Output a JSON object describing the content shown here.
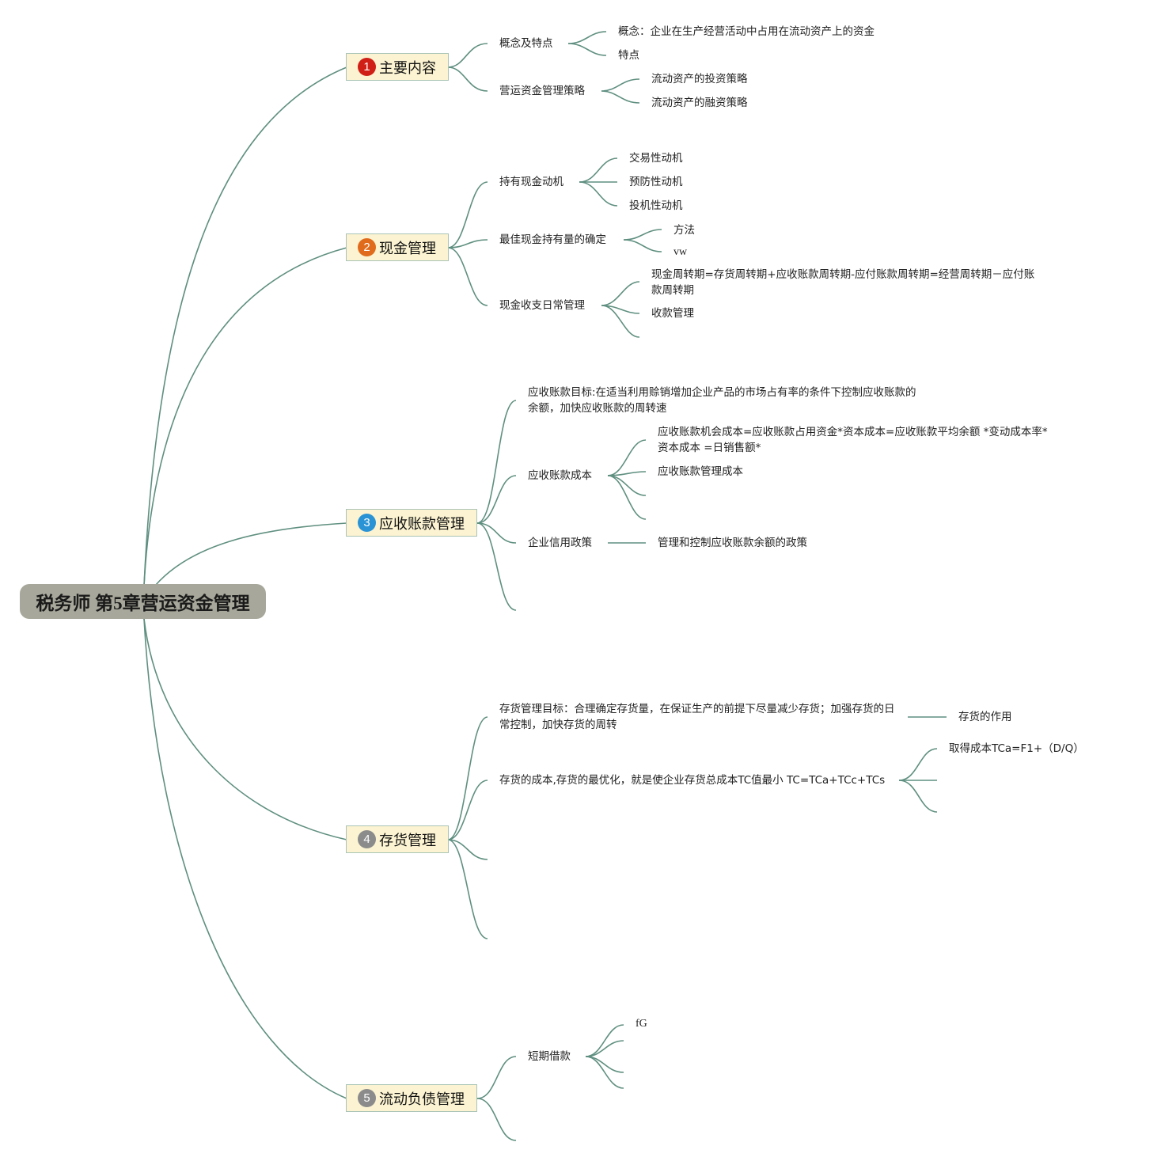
{
  "root": {
    "title": "税务师 第5章营运资金管理"
  },
  "branches": {
    "b1": {
      "num": "1",
      "label": "主要内容",
      "color": "#cf1f16"
    },
    "b2": {
      "num": "2",
      "label": "现金管理",
      "color": "#e06b1c"
    },
    "b3": {
      "num": "3",
      "label": "应收账款管理",
      "color": "#2a93d5"
    },
    "b4": {
      "num": "4",
      "label": "存货管理",
      "color": "#8b8b8b"
    },
    "b5": {
      "num": "5",
      "label": "流动负债管理",
      "color": "#8b8b8b"
    }
  },
  "nodes": {
    "concept": "概念及特点",
    "concept_def": "概念：企业在生产经营活动中占用在流动资产上的资金",
    "features": "特点",
    "strategy": "营运资金管理策略",
    "invest_strategy": "流动资产的投资策略",
    "finance_strategy": "流动资产的融资策略",
    "cash_motive": "持有现金动机",
    "transaction_motive": "交易性动机",
    "precaution_motive": "预防性动机",
    "speculative_motive": "投机性动机",
    "optimal_cash": "最佳现金持有量的确定",
    "method": "方法",
    "vw": "vw",
    "cash_daily": "现金收支日常管理",
    "cash_cycle": "现金周转期=存货周转期+应收账款周转期-应付账款周转期=经营周转期－应付账款周转期",
    "collection": "收款管理",
    "ar_goal": "应收账款目标:在适当利用赊销增加企业产品的市场占有率的条件下控制应收账款的余额，加快应收账款的周转速",
    "ar_cost": "应收账款成本",
    "ar_opportunity_cost": "应收账款机会成本=应收账款占用资金*资本成本=应收账款平均余额 *变动成本率*资本成本 =日销售额*",
    "ar_mgmt_cost": "应收账款管理成本",
    "credit_policy": "企业信用政策",
    "credit_policy_def": "管理和控制应收账款余额的政策",
    "inv_goal": "存货管理目标：合理确定存货量，在保证生产的前提下尽量减少存货；加强存货的日常控制，加快存货的周转",
    "inv_role": "存货的作用",
    "inv_cost": "存货的成本,存货的最优化，就是使企业存货总成本TC值最小 TC=TCa+TCc+TCs",
    "acq_cost": "取得成本TCa=F1+（D/Q）",
    "short_loan": "短期借款",
    "fg": "fG"
  }
}
